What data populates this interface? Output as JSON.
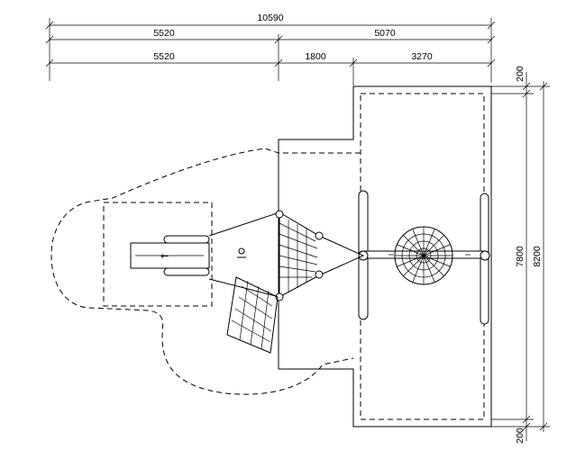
{
  "dimensions": {
    "top": {
      "total": "10590",
      "row2": [
        "5520",
        "5070"
      ],
      "row3": [
        "5520",
        "1800",
        "3270"
      ]
    },
    "right": {
      "top_margin": "200",
      "inner": "7800",
      "outer": "8200",
      "bottom_margin": "200"
    }
  },
  "symbols": {
    "slide_arrow": "←",
    "user_symbol": "person-marker"
  }
}
